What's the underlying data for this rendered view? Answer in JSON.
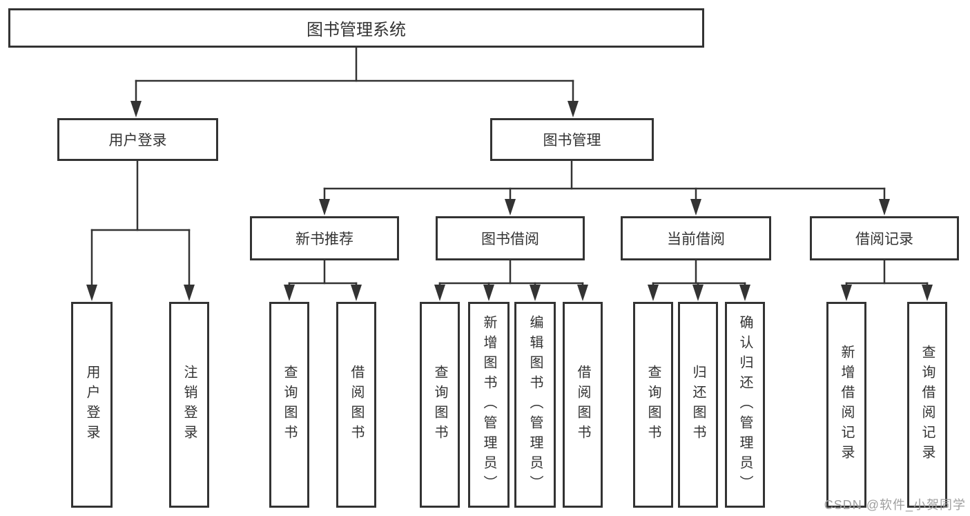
{
  "diagram": {
    "root": {
      "label": "图书管理系统"
    },
    "branches": [
      {
        "label": "用户登录",
        "children": [
          {
            "label": "用户登录"
          },
          {
            "label": "注销登录"
          }
        ]
      },
      {
        "label": "图书管理",
        "children": [
          {
            "label": "新书推荐",
            "children": [
              {
                "label": "查询图书"
              },
              {
                "label": "借阅图书"
              }
            ]
          },
          {
            "label": "图书借阅",
            "children": [
              {
                "label": "查询图书"
              },
              {
                "label": "新增图书（管理员）"
              },
              {
                "label": "编辑图书（管理员）"
              },
              {
                "label": "借阅图书"
              }
            ]
          },
          {
            "label": "当前借阅",
            "children": [
              {
                "label": "查询图书"
              },
              {
                "label": "归还图书"
              },
              {
                "label": "确认归还（管理员）"
              }
            ]
          },
          {
            "label": "借阅记录",
            "children": [
              {
                "label": "新增借阅记录"
              },
              {
                "label": "查询借阅记录"
              }
            ]
          }
        ]
      }
    ]
  },
  "watermark": {
    "text": "CSDN @软件_小贺同学"
  },
  "colors": {
    "line": "#333333",
    "box_border": "#333333",
    "text": "#333333",
    "background": "#ffffff",
    "watermark_gray": "#9e9e9e"
  }
}
